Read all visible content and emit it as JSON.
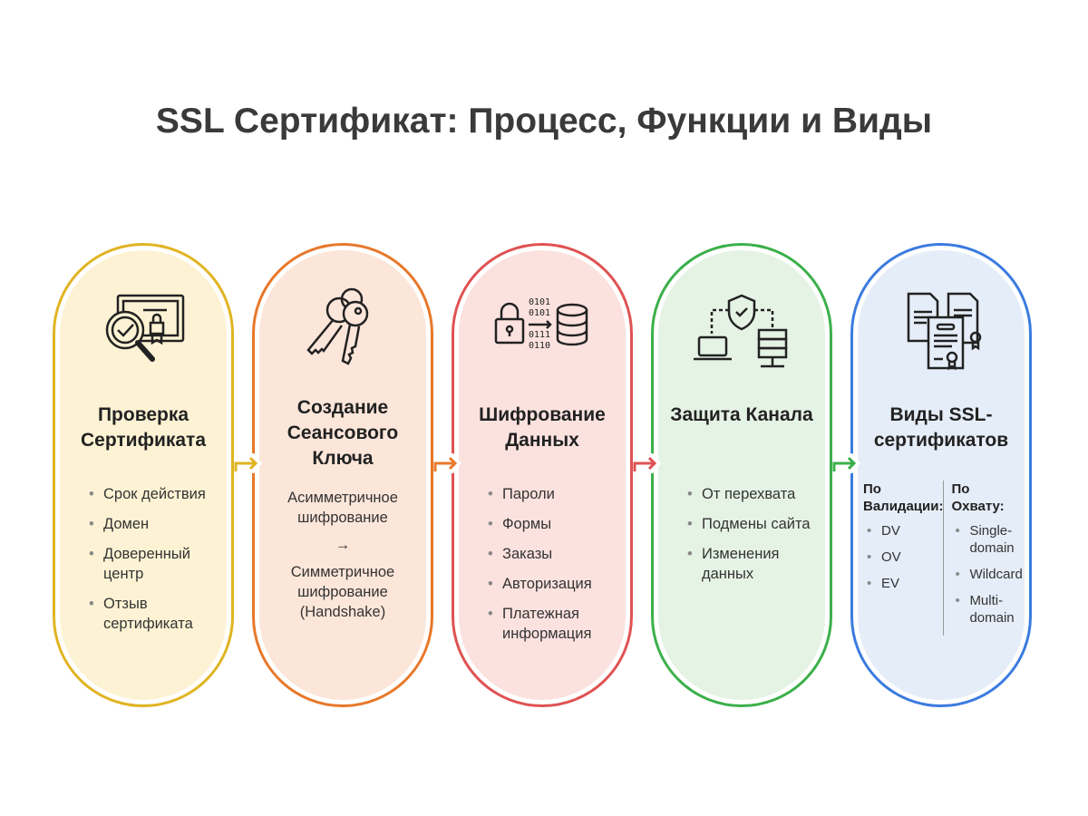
{
  "title": "SSL Сертификат: Процесс, Функции и Виды",
  "colors": {
    "yellow": "#e0b422",
    "orange": "#e8782a",
    "red": "#e05252",
    "green": "#3bb04a",
    "blue": "#3b7be0"
  },
  "steps": [
    {
      "title": "Проверка Сертификата",
      "icon": "certificate-magnifier-icon",
      "items": [
        "Срок действия",
        "Домен",
        "Доверенный центр",
        "Отзыв сертификата"
      ]
    },
    {
      "title": "Создание Сеансового Ключа",
      "icon": "keys-icon",
      "lines": [
        "Асимметричное шифрование",
        "→",
        "Симметричное шифрование (Handshake)"
      ]
    },
    {
      "title": "Шифрование Данных",
      "icon": "lock-binary-database-icon",
      "items": [
        "Пароли",
        "Формы",
        "Заказы",
        "Авторизация",
        "Платежная информация"
      ]
    },
    {
      "title": "Защита Канала",
      "icon": "shield-network-icon",
      "items": [
        "От перехвата",
        "Подмены сайта",
        "Изменения данных"
      ]
    },
    {
      "title": "Виды SSL-сертификатов",
      "icon": "certificate-documents-icon",
      "validation": {
        "heading": "По Валидации:",
        "items": [
          "DV",
          "OV",
          "EV"
        ]
      },
      "scope": {
        "heading": "По Охвату:",
        "items": [
          "Single-domain",
          "Wildcard",
          "Multi-domain"
        ]
      }
    }
  ]
}
